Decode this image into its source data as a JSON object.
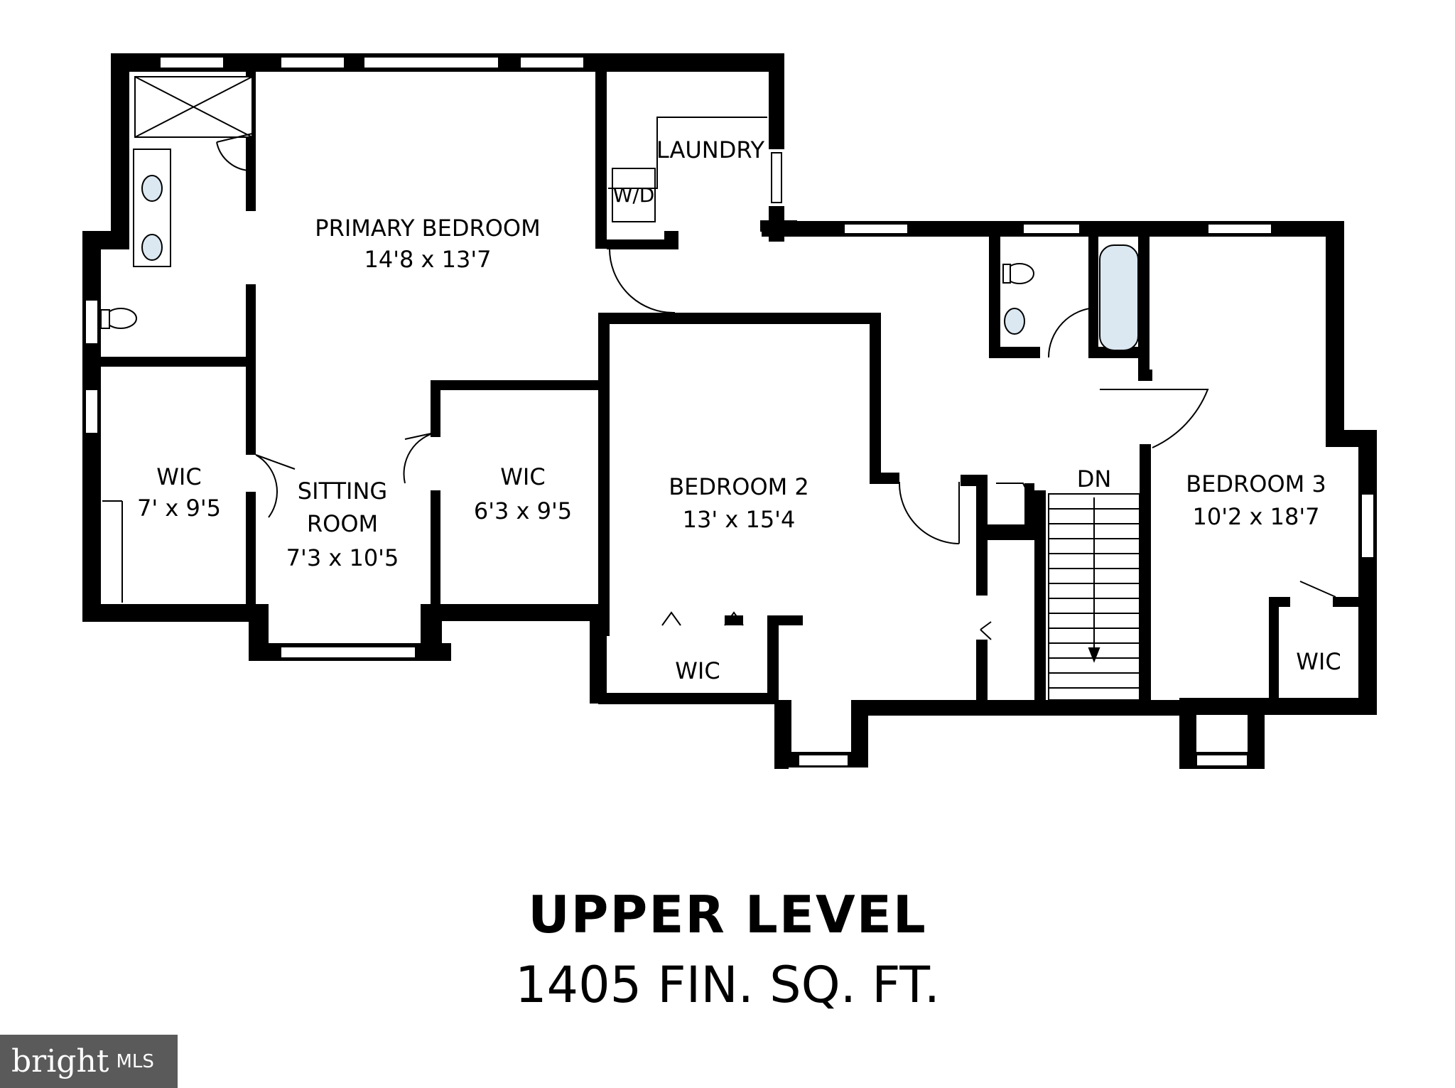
{
  "rooms": {
    "primary_bedroom": {
      "name": "PRIMARY BEDROOM",
      "dims": "14'8 x 13'7"
    },
    "laundry": {
      "name": "LAUNDRY"
    },
    "washer_dryer": {
      "name": "W/D"
    },
    "wic_1": {
      "name": "WIC",
      "dims": "7' x 9'5"
    },
    "sitting_room": {
      "name_line1": "SITTING",
      "name_line2": "ROOM",
      "dims": "7'3 x 10'5"
    },
    "wic_2": {
      "name": "WIC",
      "dims": "6'3 x 9'5"
    },
    "bedroom_2": {
      "name": "BEDROOM 2",
      "dims": "13' x 15'4"
    },
    "wic_3": {
      "name": "WIC"
    },
    "stairs": {
      "name": "DN"
    },
    "bedroom_3": {
      "name": "BEDROOM 3",
      "dims": "10'2 x 18'7"
    },
    "wic_4": {
      "name": "WIC"
    }
  },
  "level": {
    "title": "UPPER LEVEL",
    "area": "1405 FIN. SQ. FT."
  },
  "logo": {
    "brand": "bright",
    "suffix": "MLS"
  },
  "colors": {
    "wall": "#000000",
    "fixture_fill": "#dbe8f2",
    "logo_bg": "#5a5a5a"
  }
}
